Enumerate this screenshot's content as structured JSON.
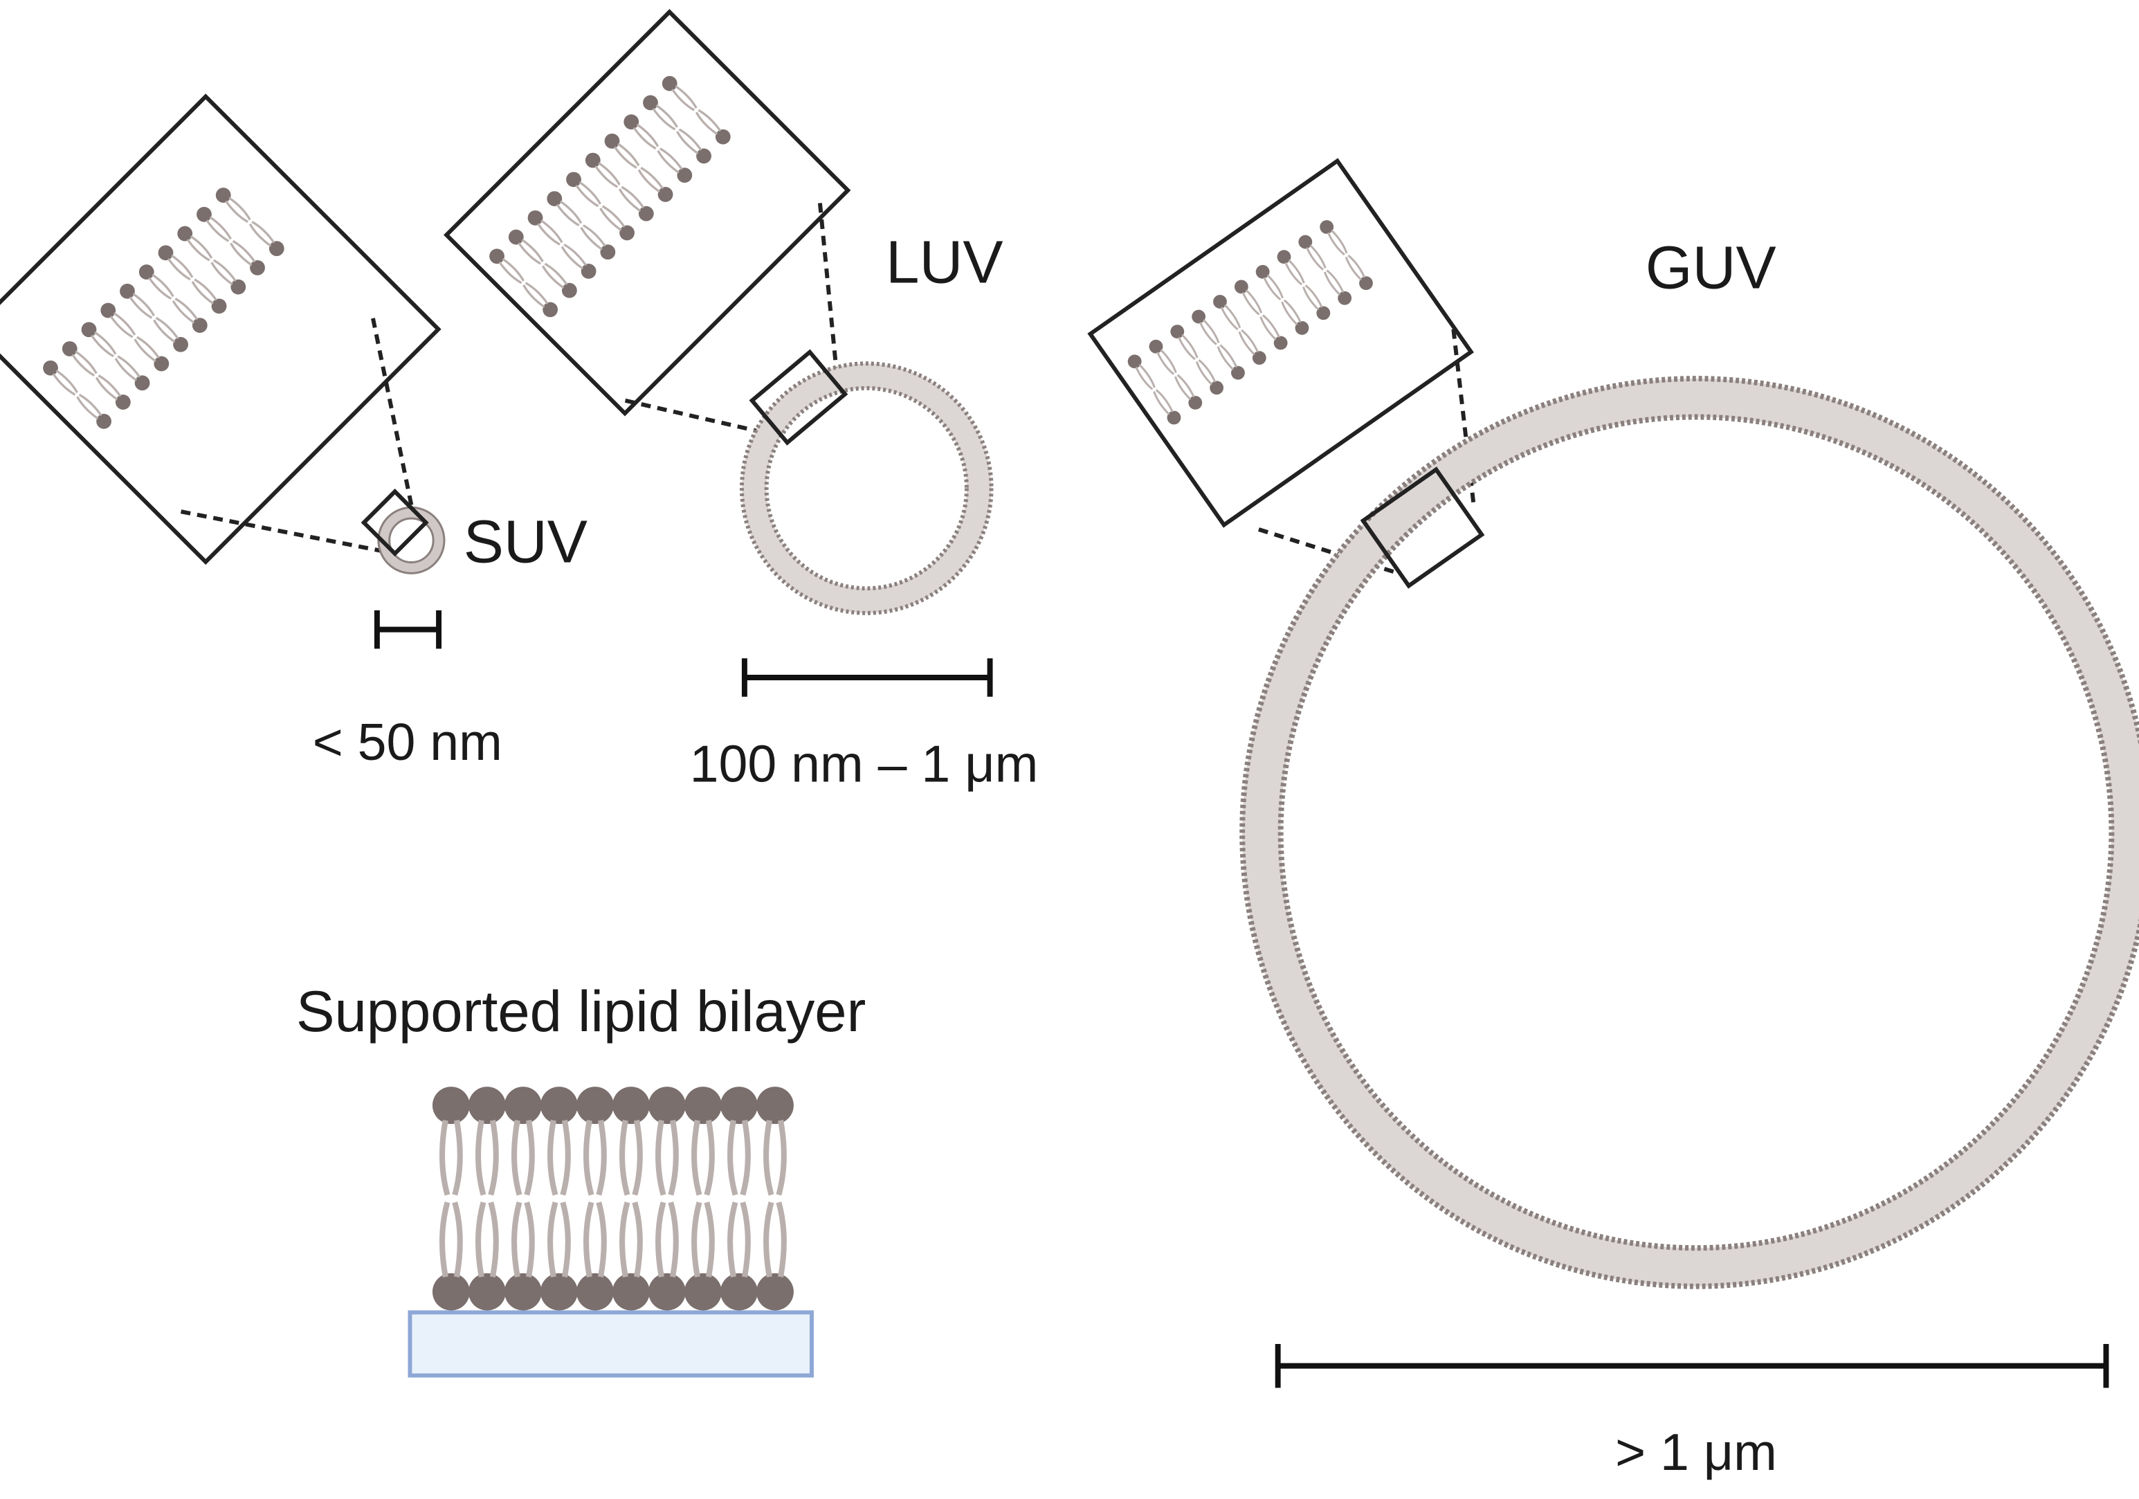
{
  "labels": {
    "suv": "SUV",
    "luv": "LUV",
    "guv": "GUV",
    "slb": "Supported lipid bilayer"
  },
  "scales": {
    "suv": "< 50 nm",
    "luv": "100 nm – 1 μm",
    "guv": "> 1 μm"
  },
  "colors": {
    "lipid_head": "#7a6f6d",
    "lipid_tail": "#b9b0ad",
    "membrane_outline": "#8a807e",
    "frame": "#222222",
    "substrate_fill": "#e9f1fb",
    "substrate_stroke": "#8ea7d6"
  }
}
